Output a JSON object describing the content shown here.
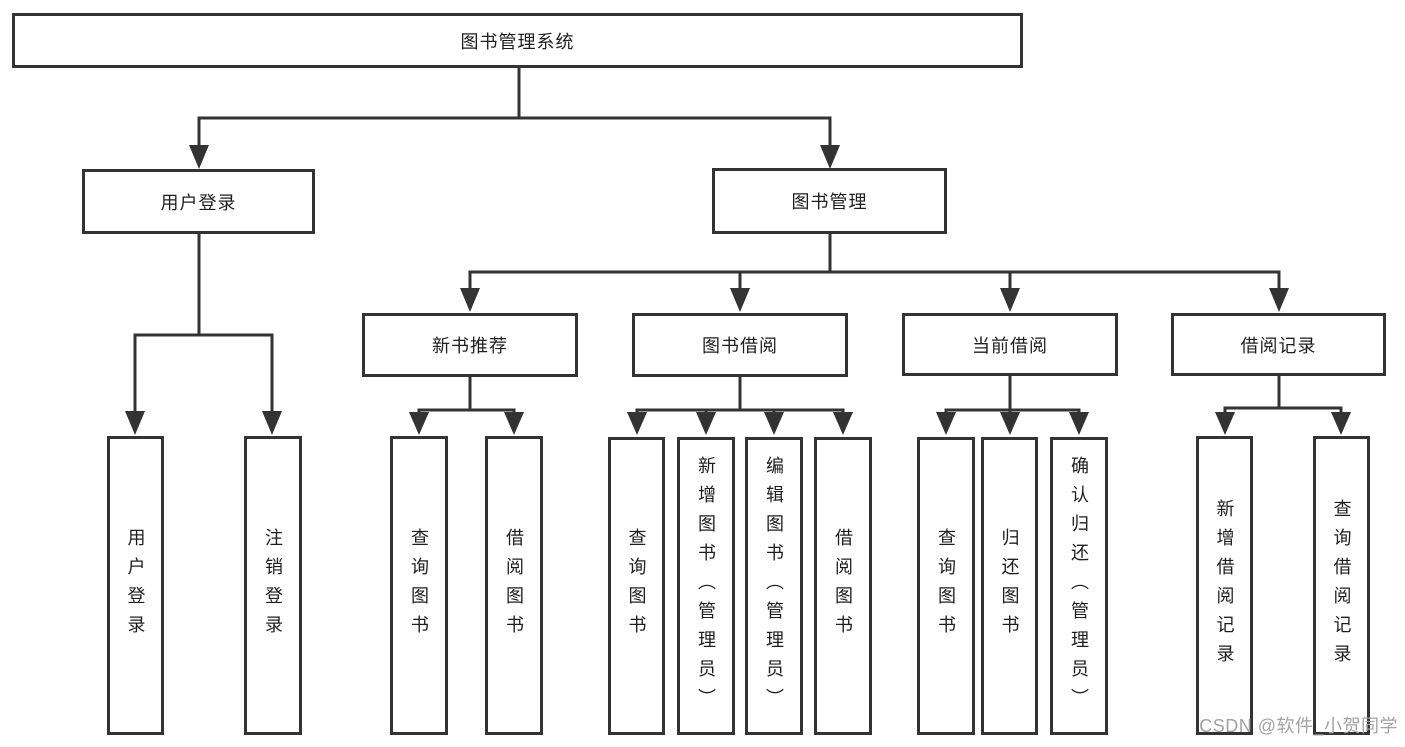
{
  "tree": {
    "root": {
      "label": "图书管理系统"
    },
    "branches": [
      {
        "label": "用户登录",
        "children": [
          {
            "label": "用户登录"
          },
          {
            "label": "注销登录"
          }
        ]
      },
      {
        "label": "图书管理",
        "children": [
          {
            "label": "新书推荐",
            "children": [
              {
                "label": "查询图书"
              },
              {
                "label": "借阅图书"
              }
            ]
          },
          {
            "label": "图书借阅",
            "children": [
              {
                "label": "查询图书"
              },
              {
                "label": "新增图书（管理员）"
              },
              {
                "label": "编辑图书（管理员）"
              },
              {
                "label": "借阅图书"
              }
            ]
          },
          {
            "label": "当前借阅",
            "children": [
              {
                "label": "查询图书"
              },
              {
                "label": "归还图书"
              },
              {
                "label": "确认归还（管理员）"
              }
            ]
          },
          {
            "label": "借阅记录",
            "children": [
              {
                "label": "新增借阅记录"
              },
              {
                "label": "查询借阅记录"
              }
            ]
          }
        ]
      }
    ]
  },
  "watermark": {
    "text": "CSDN @软件_小贺同学"
  },
  "colors": {
    "line": "#333333",
    "box_border": "#333333",
    "text": "#1e1e1e",
    "watermark": "#a3a3a3",
    "background": "#ffffff"
  }
}
